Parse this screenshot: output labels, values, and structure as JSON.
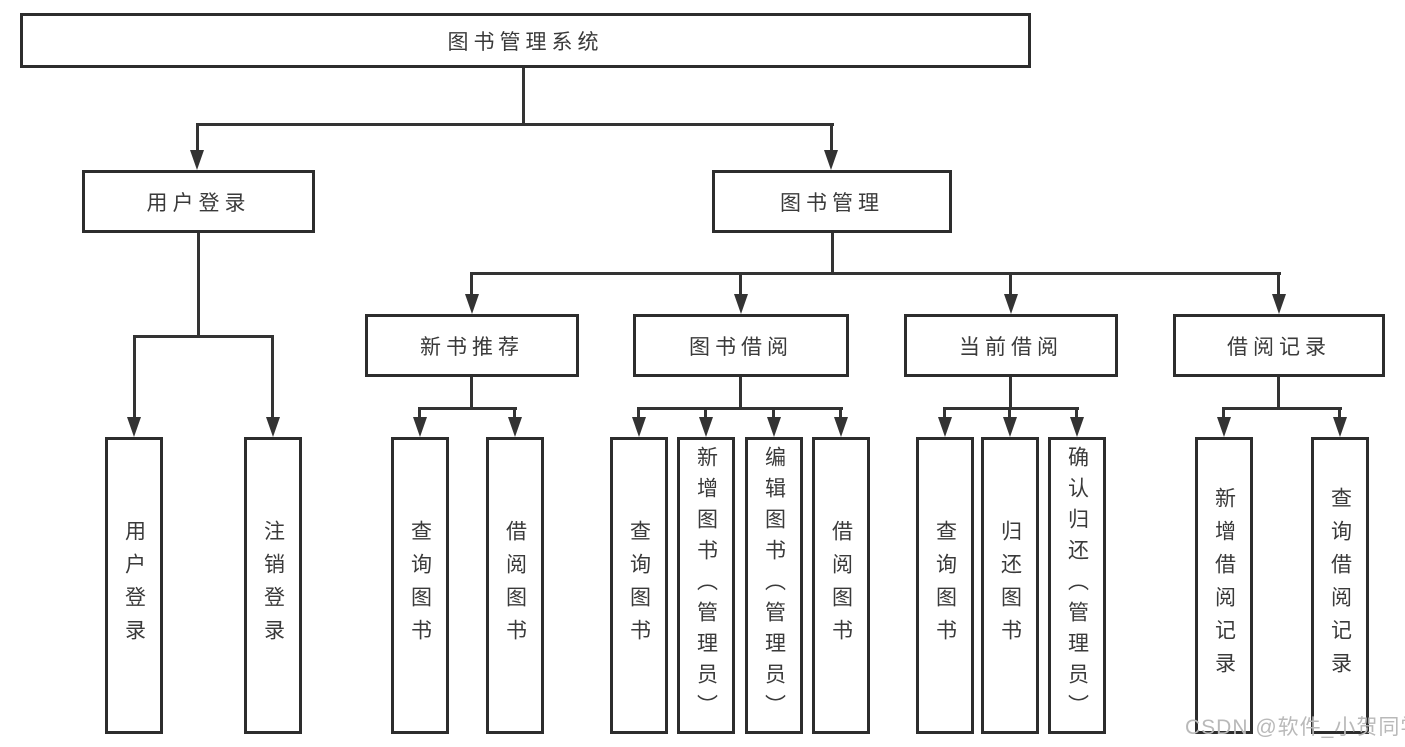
{
  "diagram_title": "图书管理系统",
  "structure": {
    "root": "图书管理系统",
    "children": [
      {
        "label": "用户登录",
        "children": [
          "用户登录",
          "注销登录"
        ]
      },
      {
        "label": "图书管理",
        "children": [
          {
            "label": "新书推荐",
            "children": [
              "查询图书",
              "借阅图书"
            ]
          },
          {
            "label": "图书借阅",
            "children": [
              "查询图书",
              "新增图书（管理员）",
              "编辑图书（管理员）",
              "借阅图书"
            ]
          },
          {
            "label": "当前借阅",
            "children": [
              "查询图书",
              "归还图书",
              "确认归还（管理员）"
            ]
          },
          {
            "label": "借阅记录",
            "children": [
              "新增借阅记录",
              "查询借阅记录"
            ]
          }
        ]
      }
    ]
  },
  "watermark": {
    "text": "CSDN @软件_小贺同学",
    "color": "#b9b9b9"
  },
  "colors": {
    "background": "#ffffff",
    "box_fill": "#ffffff",
    "box_border": "#2d2d2d",
    "line": "#333333",
    "text": "#3a3a3a",
    "watermark": "#b9b9b9"
  }
}
